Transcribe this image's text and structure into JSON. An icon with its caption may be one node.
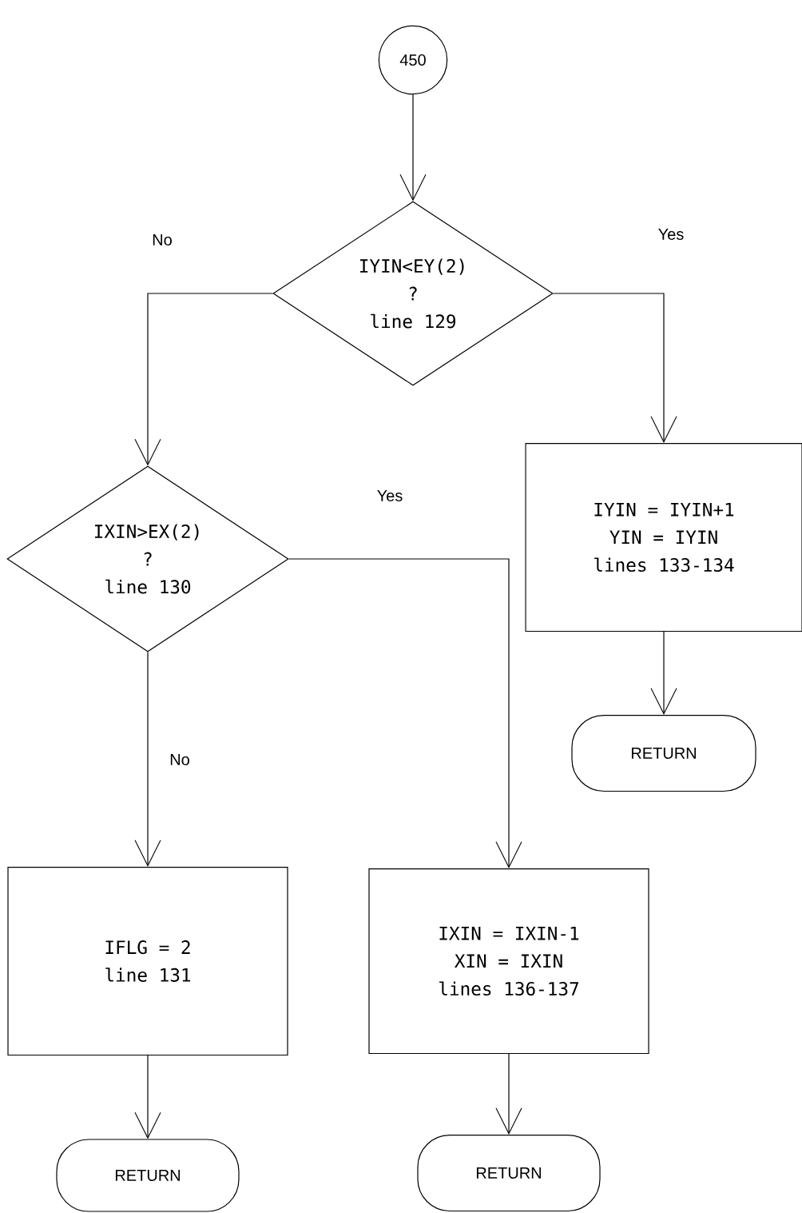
{
  "diagram": {
    "nodes": [
      {
        "text": [
          "450"
        ]
      },
      {
        "text": [
          "IYIN<EY(2)",
          "?",
          "line 129"
        ]
      },
      {
        "text": [
          "IYIN = IYIN+1",
          "YIN = IYIN",
          "lines 133-134"
        ]
      },
      {
        "text": [
          "RETURN"
        ]
      },
      {
        "text": [
          "IXIN>EX(2)",
          "?",
          "line 130"
        ]
      },
      {
        "text": [
          "IFLG = 2",
          "line 131"
        ]
      },
      {
        "text": [
          "IXIN = IXIN-1",
          "XIN = IXIN",
          "lines 136-137"
        ]
      },
      {
        "text": [
          "RETURN"
        ]
      },
      {
        "text": [
          "RETURN"
        ]
      }
    ],
    "edges": [
      {
        "from": 0,
        "to": 1,
        "arrow": "to"
      },
      {
        "from": 1,
        "to": 2,
        "arrow": "to",
        "label": "Yes"
      },
      {
        "from": 1,
        "to": 4,
        "arrow": "to",
        "label": "No"
      },
      {
        "from": 2,
        "to": 3,
        "arrow": "to"
      },
      {
        "from": 4,
        "to": 6,
        "arrow": "to",
        "label": "Yes"
      },
      {
        "from": 4,
        "to": 5,
        "arrow": "to",
        "label": "No"
      },
      {
        "from": 5,
        "to": 7,
        "arrow": "to"
      },
      {
        "from": 6,
        "to": 8,
        "arrow": "to"
      }
    ]
  }
}
